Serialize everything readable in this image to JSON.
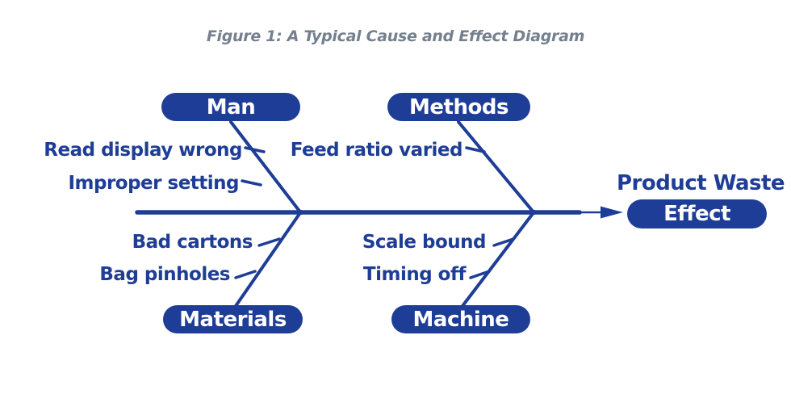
{
  "title": "Figure 1: A Typical Cause and Effect Diagram",
  "colors": {
    "diagram_blue": "#1e3d96",
    "pill_fill": "#1e3d96",
    "pill_text": "#ffffff",
    "title_gray": "#75808e",
    "background": "#ffffff"
  },
  "diagram": {
    "type": "fishbone-cause-effect",
    "effect": {
      "label": "Effect",
      "annotation": "Product Waste"
    },
    "categories": [
      {
        "name": "Man",
        "position": "top-left",
        "causes": [
          "Read display wrong",
          "Improper setting"
        ]
      },
      {
        "name": "Methods",
        "position": "top-right",
        "causes": [
          "Feed ratio varied"
        ]
      },
      {
        "name": "Materials",
        "position": "bottom-left",
        "causes": [
          "Bad cartons",
          "Bag pinholes"
        ]
      },
      {
        "name": "Machine",
        "position": "bottom-right",
        "causes": [
          "Scale bound",
          "Timing off"
        ]
      }
    ]
  }
}
